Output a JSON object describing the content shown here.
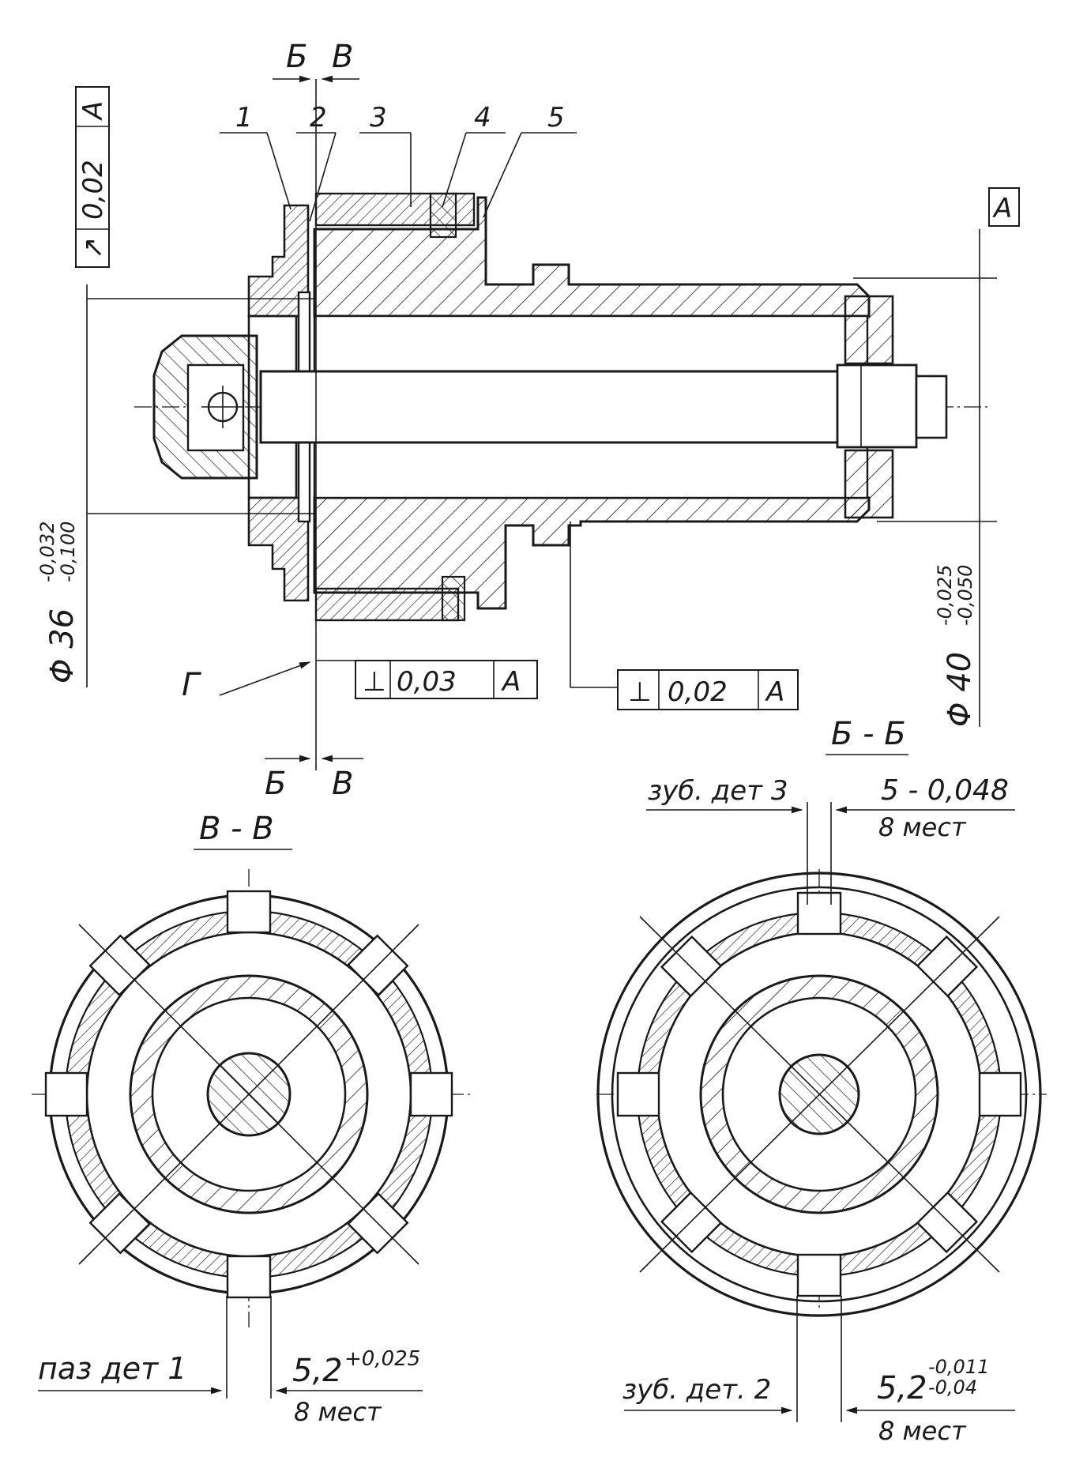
{
  "callouts": [
    "1",
    "2",
    "3",
    "4",
    "5"
  ],
  "section_marks": {
    "top_left": "Б",
    "top_right": "В",
    "bottom_left": "Б",
    "bottom_right": "В"
  },
  "datum": "А",
  "runout_tolerance": {
    "symbol": "↗",
    "value": "0,02",
    "datum": "А"
  },
  "perp_tolerance_1": {
    "symbol": "⊥",
    "value": "0,03",
    "datum": "А"
  },
  "perp_tolerance_2": {
    "symbol": "⊥",
    "value": "0,02",
    "datum": "А"
  },
  "surface_label": "Г",
  "dia_left": {
    "base": "Φ 36",
    "upper": "-0,032",
    "lower": "-0,100"
  },
  "dia_right": {
    "base": "Φ 40",
    "upper": "-0,025",
    "lower": "-0,050"
  },
  "section_vv": {
    "title": "В - В",
    "note_label": "паз дет 1",
    "dim_base": "5,2",
    "dim_tol": "+0,025",
    "count": "8 мест"
  },
  "section_bb": {
    "title": "Б - Б",
    "top_label": "зуб. дет 3",
    "top_dim": "5 - 0,048",
    "top_count": "8 мест",
    "bottom_label": "зуб. дет. 2",
    "bottom_dim_base": "5,2",
    "bottom_tol_upper": "-0,011",
    "bottom_tol_lower": "-0,04",
    "bottom_count": "8 мест"
  }
}
